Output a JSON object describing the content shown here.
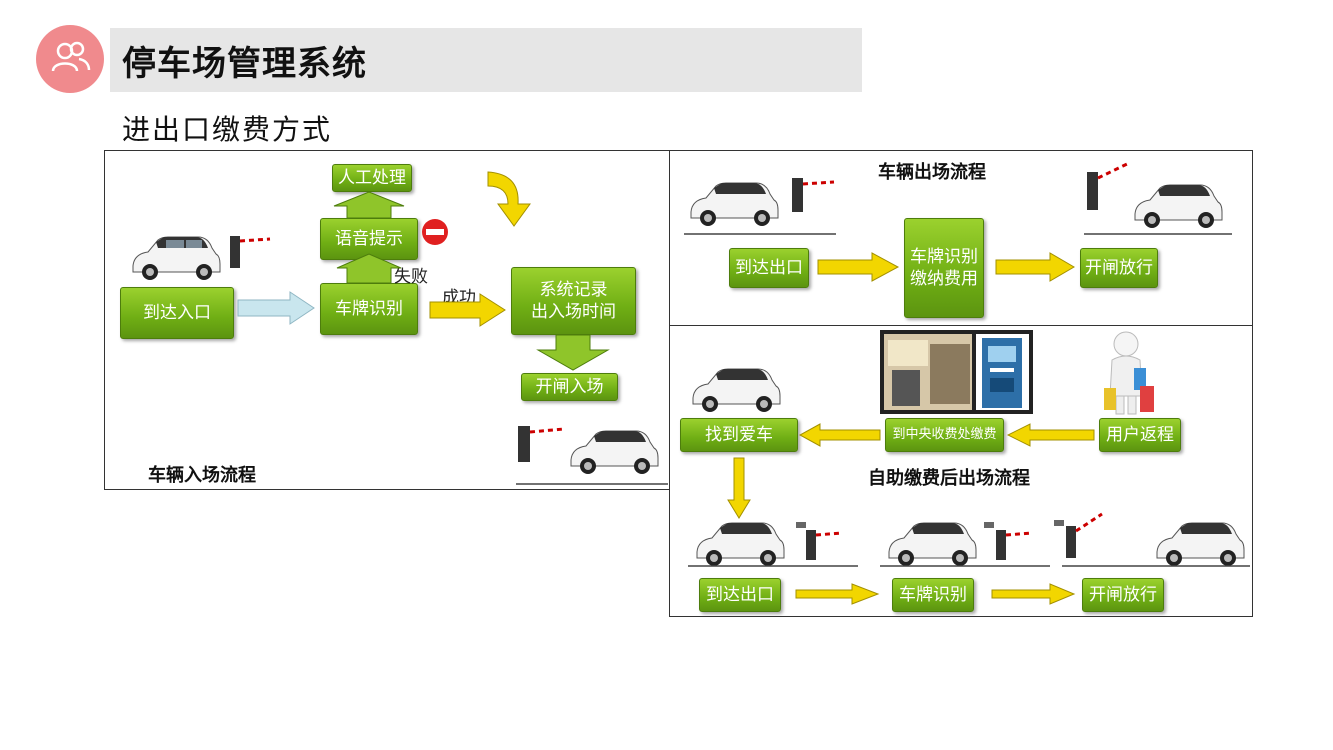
{
  "header": {
    "title": "停车场管理系统",
    "subtitle": "进出口缴费方式"
  },
  "entry_panel": {
    "title": "车辆入场流程",
    "steps": {
      "arrive": "到达入口",
      "recognize": "车牌识别",
      "voice": "语音提示",
      "manual": "人工处理",
      "record": "系统记录\n出入场时间",
      "open": "开闸入场"
    },
    "labels": {
      "fail": "失败",
      "success": "成功"
    }
  },
  "exit_panel": {
    "title": "车辆出场流程",
    "steps": {
      "arrive": "到达出口",
      "pay": "车牌识别\n缴纳费用",
      "open": "开闸放行"
    }
  },
  "self_pay_panel": {
    "title": "自助缴费后出场流程",
    "steps": {
      "return": "用户返程",
      "central_pay": "到中央收费处缴费",
      "find_car": "找到爱车",
      "arrive": "到达出口",
      "recognize": "车牌识别",
      "open": "开闸放行"
    }
  },
  "colors": {
    "accent": "#f08a8d",
    "box_green": "#7ab51d",
    "arrow_yellow": "#f2d600",
    "arrow_blue": "#c9e6ee"
  }
}
